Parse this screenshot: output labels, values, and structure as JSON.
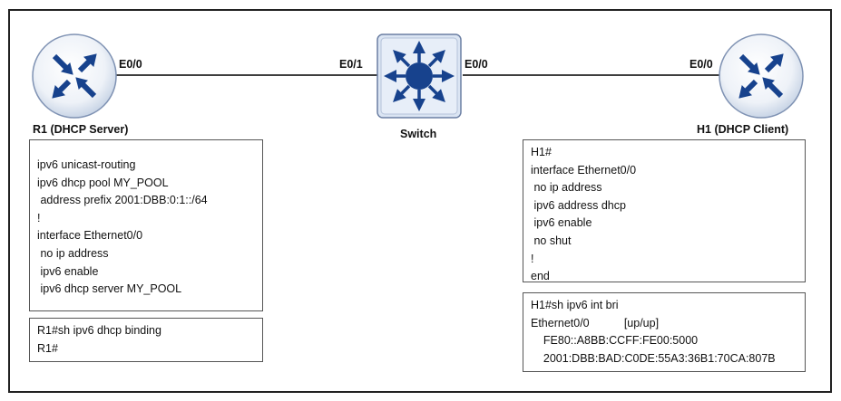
{
  "devices": {
    "r1": {
      "label": "R1 (DHCP Server)",
      "port": "E0/0",
      "icon": "router-icon"
    },
    "switch": {
      "label": "Switch",
      "port_left": "E0/1",
      "port_right": "E0/0",
      "icon": "switch-icon"
    },
    "h1": {
      "label": "H1 (DHCP Client)",
      "port": "E0/0",
      "icon": "router-icon"
    }
  },
  "colors": {
    "device_fill": "#3a69c4",
    "device_dark": "#1f3f82",
    "switch_fill": "#d6e2f2",
    "switch_core": "#17428d",
    "link": "#222222"
  },
  "r1_config": {
    "lines": [
      "ipv6 unicast-routing",
      "ipv6 dhcp pool MY_POOL",
      " address prefix 2001:DBB:0:1::/64",
      "!",
      "interface Ethernet0/0",
      " no ip address",
      " ipv6 enable",
      " ipv6 dhcp server MY_POOL"
    ]
  },
  "r1_binding": {
    "lines": [
      "R1#sh ipv6 dhcp binding",
      "R1#"
    ]
  },
  "h1_config": {
    "lines": [
      "H1#",
      "interface Ethernet0/0",
      " no ip address",
      " ipv6 address dhcp",
      " ipv6 enable",
      " no shut",
      "!",
      "end"
    ]
  },
  "h1_brief": {
    "lines": [
      "H1#sh ipv6 int bri",
      "Ethernet0/0           [up/up]",
      "    FE80::A8BB:CCFF:FE00:5000",
      "    2001:DBB:BAD:C0DE:55A3:36B1:70CA:807B"
    ]
  }
}
